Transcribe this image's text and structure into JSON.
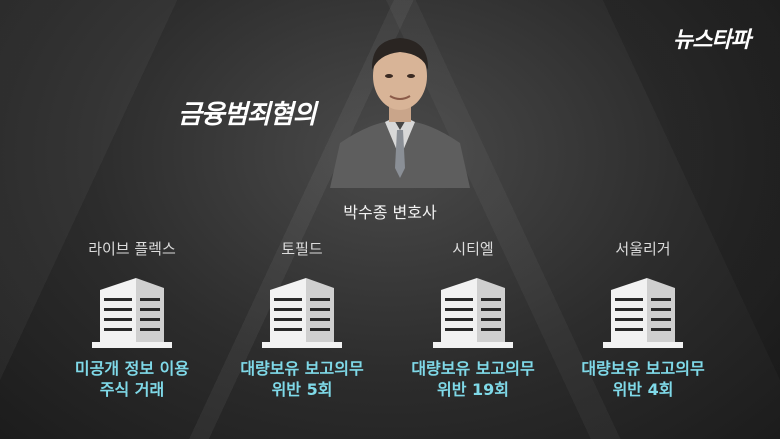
{
  "logo": "뉴스타파",
  "charge": "금융범죄혐의",
  "person": {
    "name": "박수종 변호사"
  },
  "companies": [
    {
      "name": "라이브 플렉스",
      "desc_line1": "미공개 정보 이용",
      "desc_line2": "주식 거래"
    },
    {
      "name": "토필드",
      "desc_line1": "대량보유 보고의무",
      "desc_line2": "위반 5회"
    },
    {
      "name": "시티엘",
      "desc_line1": "대량보유 보고의무",
      "desc_line2": "위반 19회"
    },
    {
      "name": "서울리거",
      "desc_line1": "대량보유 보고의무",
      "desc_line2": "위반 4회"
    }
  ],
  "colors": {
    "accent": "#7fd9e8",
    "background": "#2a2a2a",
    "text": "#ffffff"
  }
}
